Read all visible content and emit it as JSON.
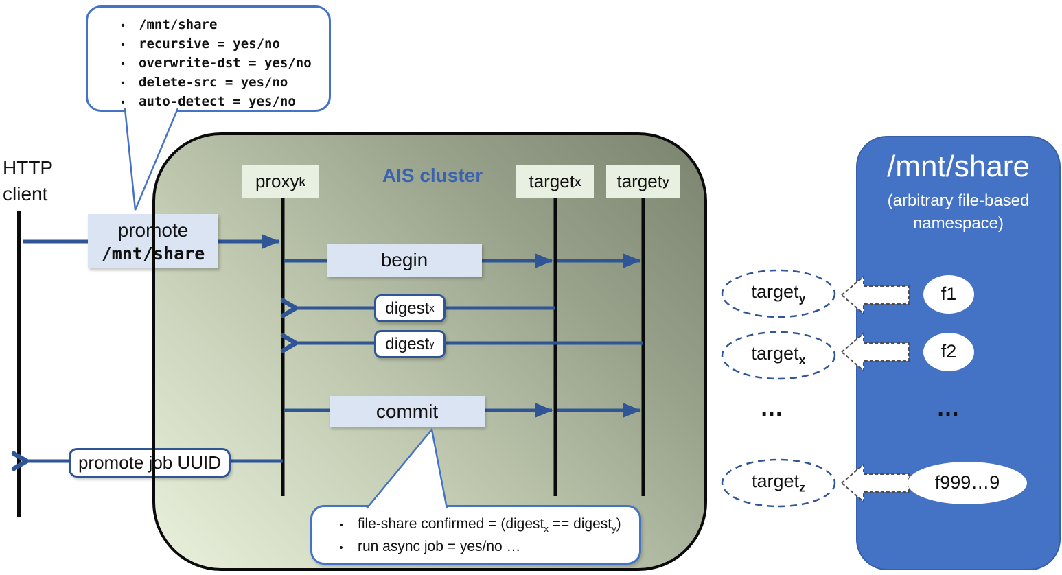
{
  "bullet_char": "•",
  "http_client": {
    "line1": "HTTP",
    "line2": "client"
  },
  "top_callout": {
    "items": [
      "/mnt/share",
      "recursive = yes/no",
      "overwrite-dst = yes/no",
      "delete-src = yes/no",
      "auto-detect = yes/no"
    ]
  },
  "promote_box": {
    "line1": "promote",
    "line2": "/mnt/share"
  },
  "cluster": {
    "title": "AIS cluster",
    "nodes": {
      "proxy": {
        "label": "proxy",
        "sub": "k"
      },
      "target_x": {
        "label": "target",
        "sub": "x"
      },
      "target_y": {
        "label": "target",
        "sub": "y"
      }
    }
  },
  "messages": {
    "begin": "begin",
    "digest_x": {
      "label": "digest",
      "sub": "x"
    },
    "digest_y": {
      "label": "digest",
      "sub": "y"
    },
    "commit": "commit",
    "promote_job_uuid": "promote job UUID"
  },
  "commit_callout": {
    "item1": {
      "p1": "file-share confirmed = (digest",
      "s1": "x",
      "p2": " == digest",
      "s2": "y",
      "p3": ")"
    },
    "item2": "run async job = yes/no …"
  },
  "share_panel": {
    "title": "/mnt/share",
    "subtitle1": "(arbitrary file-based",
    "subtitle2": "namespace)",
    "rows": [
      {
        "target": "target",
        "target_sub": "y",
        "file": "f1"
      },
      {
        "target": "target",
        "target_sub": "x",
        "file": "f2"
      },
      {
        "ellipsis_targets": "…",
        "ellipsis_files": "…"
      },
      {
        "target": "target",
        "target_sub": "z",
        "file": "f999…9"
      }
    ]
  },
  "colors": {
    "arrow_blue": "#2f5597",
    "callout_border_blue": "#4472c4",
    "panel_blue": "#4472c4",
    "message_box_blue": "#dae4f2",
    "node_label_green": "#e7f0e1",
    "cluster_title_blue": "#3a62ad"
  }
}
